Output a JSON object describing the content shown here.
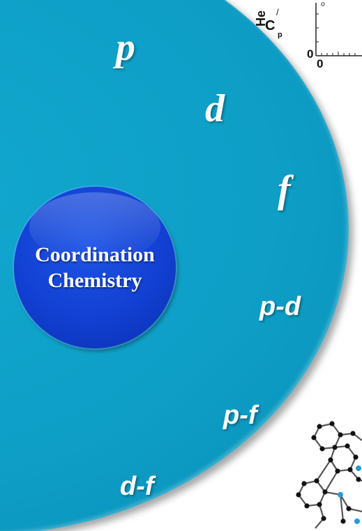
{
  "center": {
    "line1": "Coordination",
    "line2": "Chemistry"
  },
  "orbit_labels": [
    "p",
    "d",
    "f",
    "p-d",
    "p-f",
    "d-f"
  ],
  "background_plot": {
    "ylabel_top": "He",
    "ylabel_main": "C",
    "ylabel_sub": "p",
    "ylabel_slash": "/",
    "y_tick": "0",
    "x_tick": "0"
  },
  "colors": {
    "outer_disc": "#0e9fc7",
    "core": "#1240d2",
    "label_text": "#ffffff"
  }
}
